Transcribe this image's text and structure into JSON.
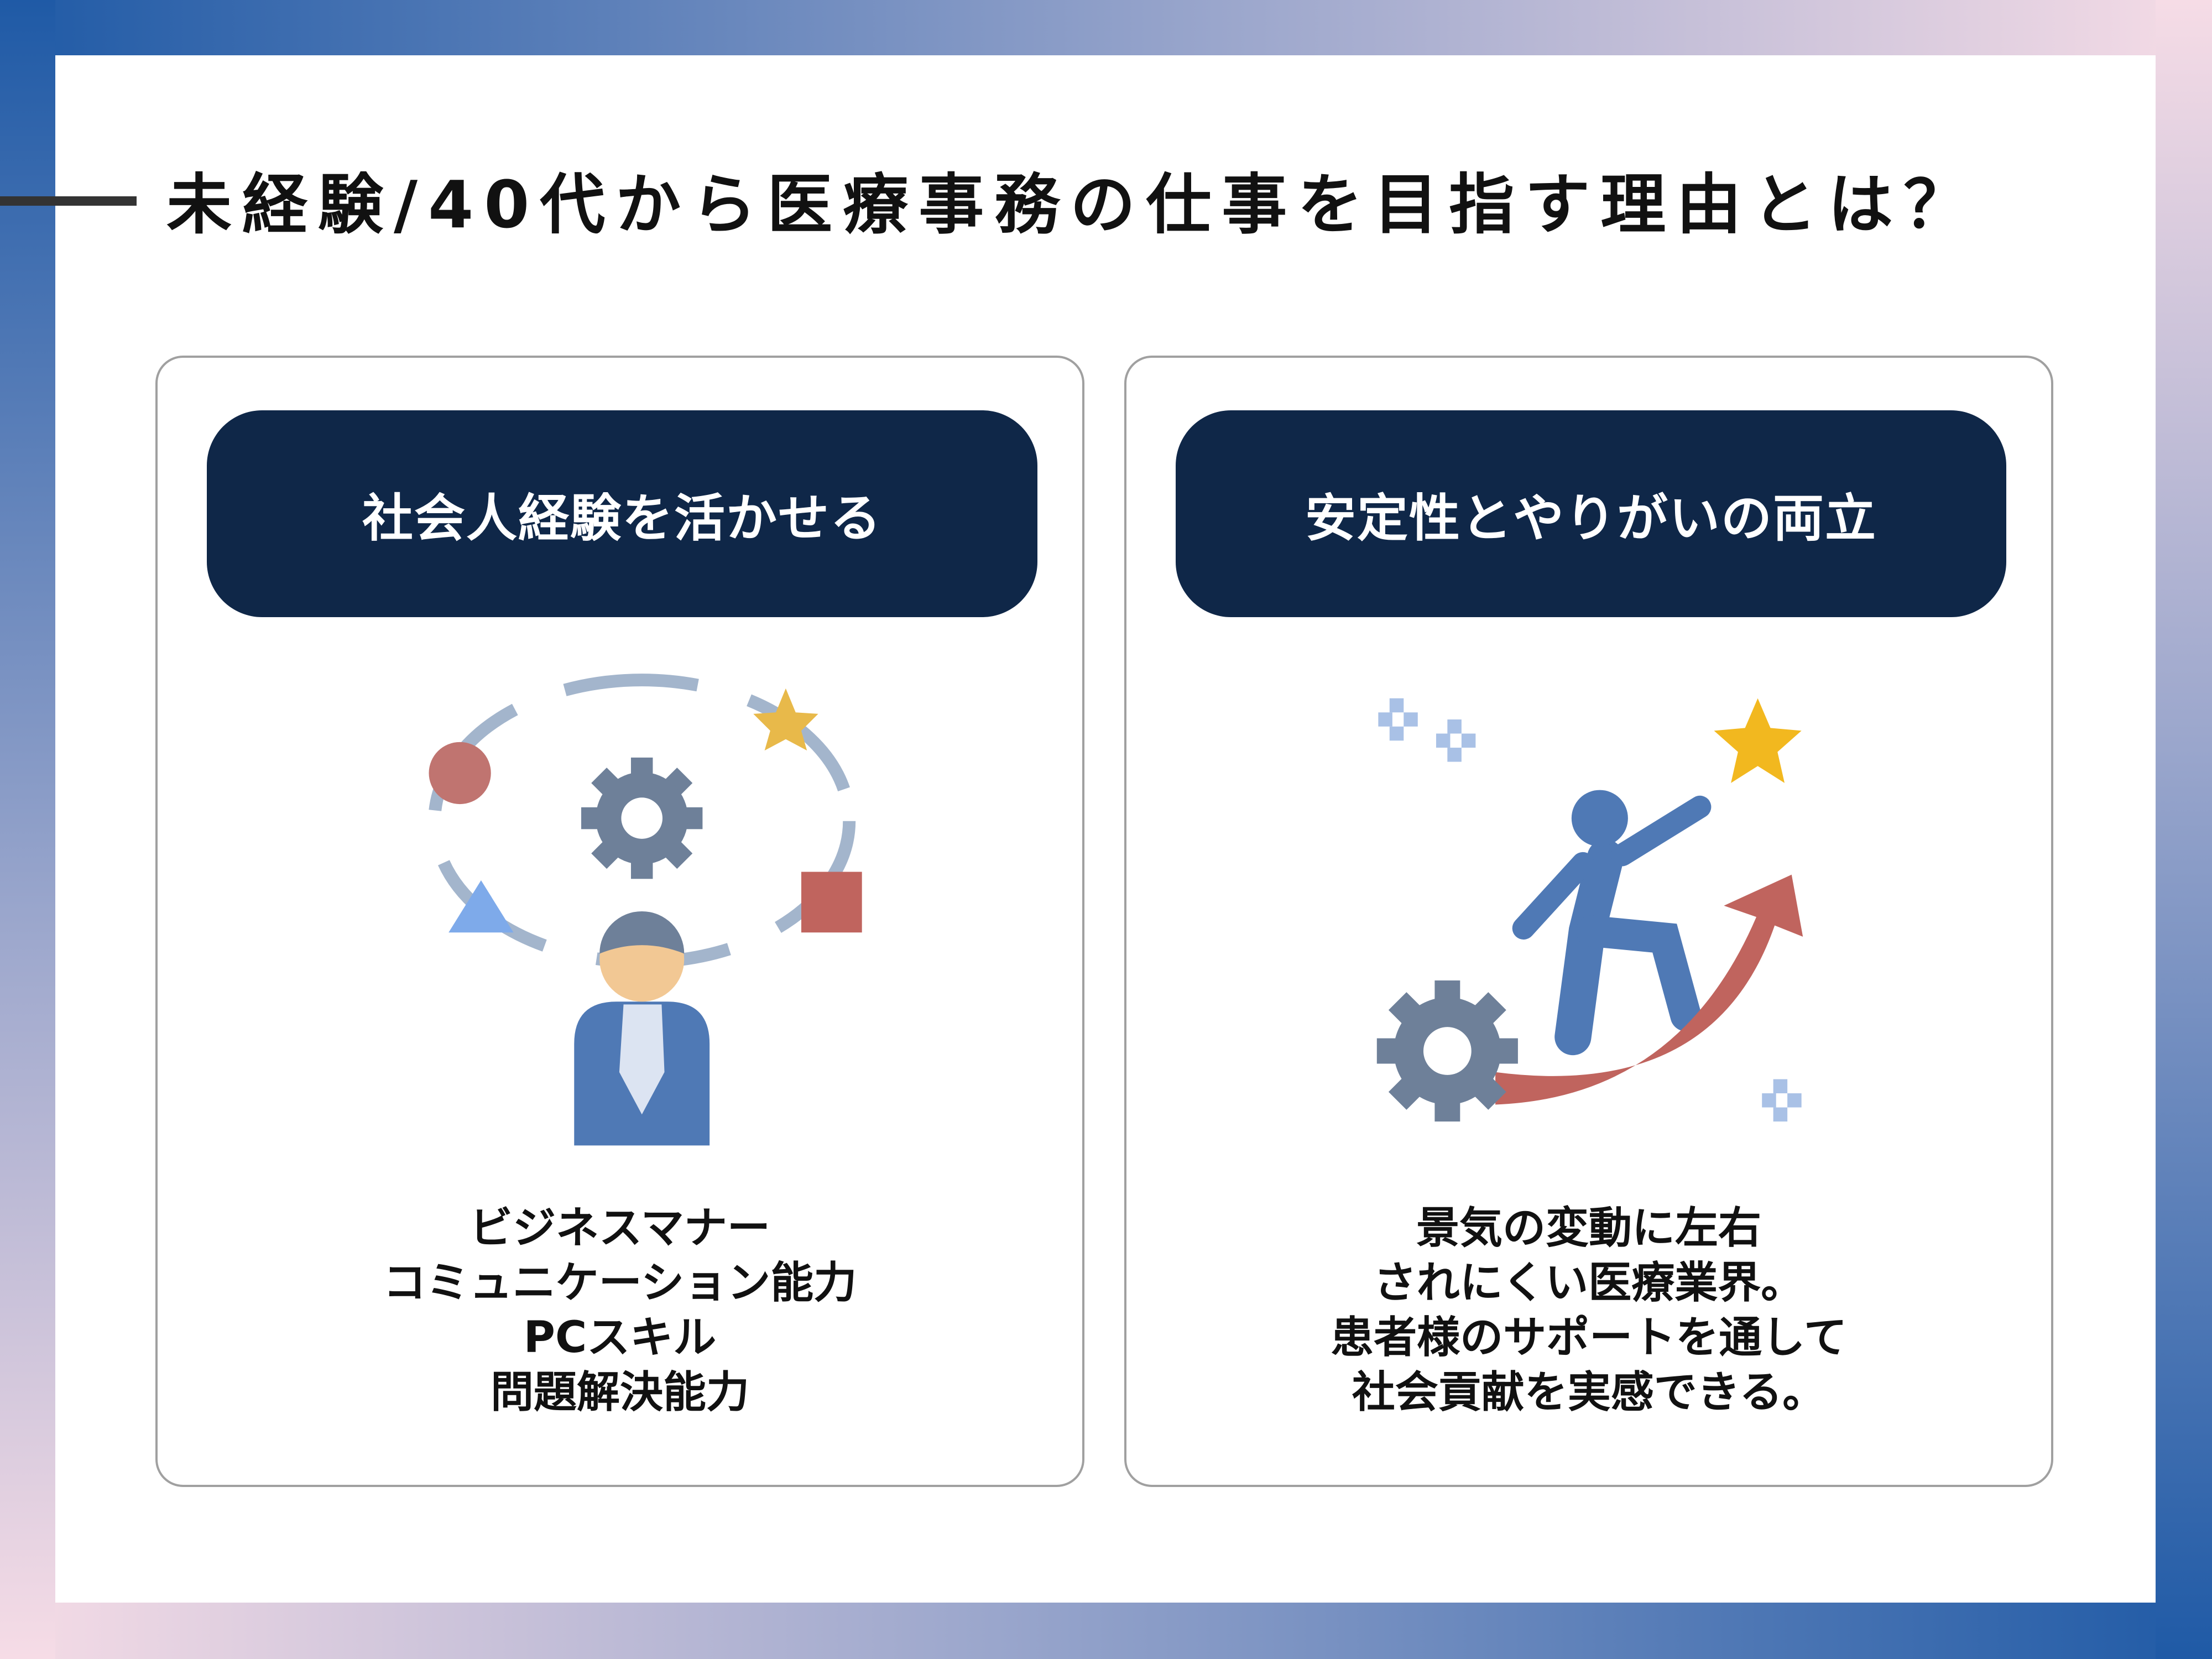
{
  "title": "未経験/40代から医療事務の仕事を目指す理由とは？",
  "cards": [
    {
      "heading": "社会人経験を活かせる",
      "lines": [
        "ビジネスマナー",
        "コミュニケーション能力",
        "PCスキル",
        "問題解決能力"
      ],
      "illustration": "businessperson-with-gear-and-shapes-icon"
    },
    {
      "heading": "安定性とやりがいの両立",
      "lines": [
        "景気の変動に左右",
        "されにくい医療業界。",
        "患者様のサポートを通して",
        "社会貢献を実感できる。"
      ],
      "illustration": "person-climbing-arrow-to-star-icon"
    }
  ],
  "colors": {
    "navy": "#0f2748",
    "blue": "#4f79b5",
    "red": "#c0645e",
    "gray": "#6e8099",
    "star": "#f2b81f"
  }
}
